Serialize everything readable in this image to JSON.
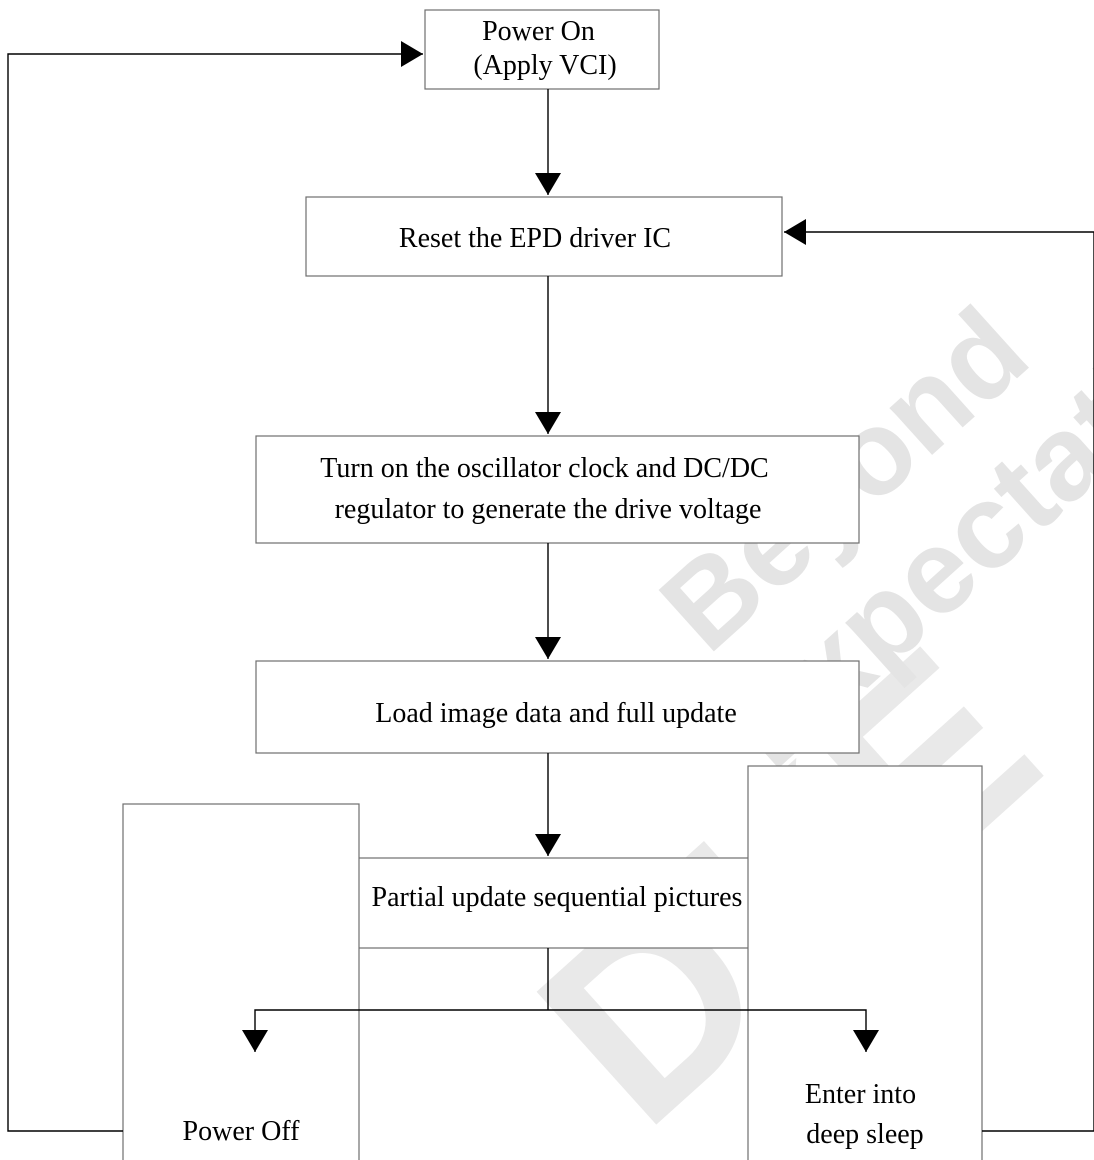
{
  "colors": {
    "background": "#ffffff",
    "line": "#000000",
    "box_border": "#6e6e6e",
    "watermark": "#e4e4e4"
  },
  "nodes": {
    "power_on": [
      "Power On",
      "(Apply VCI)"
    ],
    "reset": [
      "Reset the EPD driver IC"
    ],
    "oscillator": [
      "Turn on the oscillator clock and DC/DC",
      "regulator to generate the drive voltage"
    ],
    "load_image": [
      "Load image data and full update"
    ],
    "partial_update": [
      "Partial update sequential pictures"
    ],
    "power_off": [
      "Power Off"
    ],
    "deep_sleep": [
      "Enter into",
      "deep sleep"
    ]
  },
  "watermark": {
    "line1": "Beyond",
    "line2": "Expectation",
    "brand": "DKE"
  }
}
